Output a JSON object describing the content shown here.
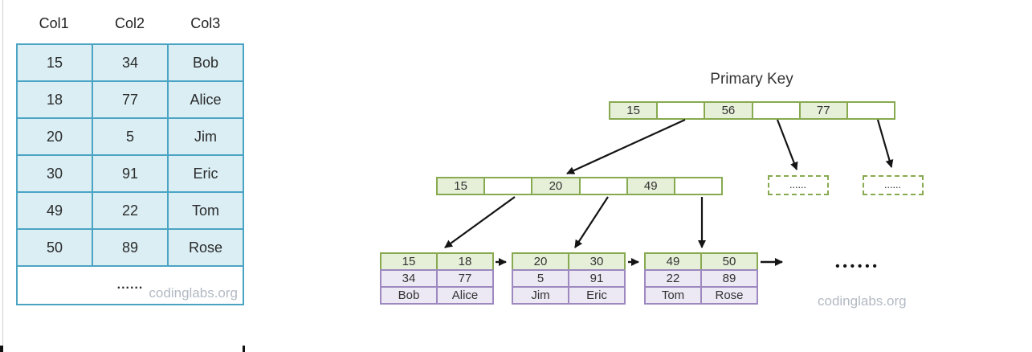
{
  "left_table": {
    "headers": [
      "Col1",
      "Col2",
      "Col3"
    ],
    "rows": [
      [
        "15",
        "34",
        "Bob"
      ],
      [
        "18",
        "77",
        "Alice"
      ],
      [
        "20",
        "5",
        "Jim"
      ],
      [
        "30",
        "91",
        "Eric"
      ],
      [
        "49",
        "22",
        "Tom"
      ],
      [
        "50",
        "89",
        "Rose"
      ]
    ],
    "ellipsis": "......",
    "watermark": "codinglabs.org"
  },
  "tree": {
    "title": "Primary Key",
    "root_keys": [
      "15",
      "56",
      "77"
    ],
    "internal_keys": [
      "15",
      "20",
      "49"
    ],
    "dashed_placeholders": [
      "......",
      "......"
    ],
    "leaves": [
      {
        "rows": [
          [
            "15",
            "18"
          ],
          [
            "34",
            "77"
          ],
          [
            "Bob",
            "Alice"
          ]
        ]
      },
      {
        "rows": [
          [
            "20",
            "30"
          ],
          [
            "5",
            "91"
          ],
          [
            "Jim",
            "Eric"
          ]
        ]
      },
      {
        "rows": [
          [
            "49",
            "50"
          ],
          [
            "22",
            "89"
          ],
          [
            "Tom",
            "Rose"
          ]
        ]
      }
    ],
    "continuation_dots": "••••••",
    "watermark": "codinglabs.org"
  },
  "colors": {
    "table_border": "#4ba4c4",
    "table_fill": "#daeef4",
    "green_border": "#87aa50",
    "green_fill": "#e6efd7",
    "purple_border": "#9d89bf",
    "purple_fill": "#ece8f4",
    "ink": "#2b2b2b",
    "watermark": "#b3bac3",
    "edge_line": "#ccd0d4",
    "arrow": "#141414"
  }
}
